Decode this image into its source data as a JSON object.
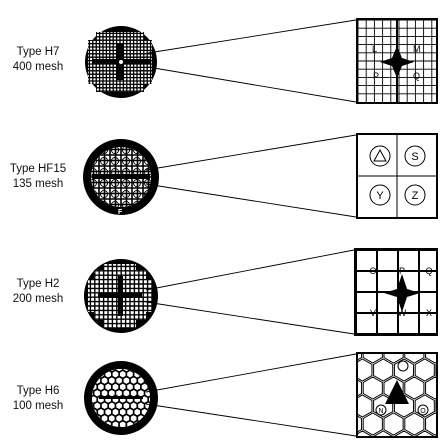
{
  "grids": [
    {
      "type": "Type H7",
      "mesh": "400 mesh",
      "letters": [
        "L",
        "M",
        "P",
        "Q"
      ]
    },
    {
      "type": "Type HF15",
      "mesh": "135 mesh",
      "letters": [
        "S",
        "Y",
        "Z"
      ]
    },
    {
      "type": "Type H2",
      "mesh": "200 mesh",
      "letters": [
        "O",
        "P",
        "Q",
        "V",
        "W",
        "X"
      ]
    },
    {
      "type": "Type H6",
      "mesh": "100 mesh",
      "letters": [
        "N",
        "O"
      ]
    }
  ],
  "colors": {
    "ink": "#000000",
    "paper": "#ffffff"
  }
}
